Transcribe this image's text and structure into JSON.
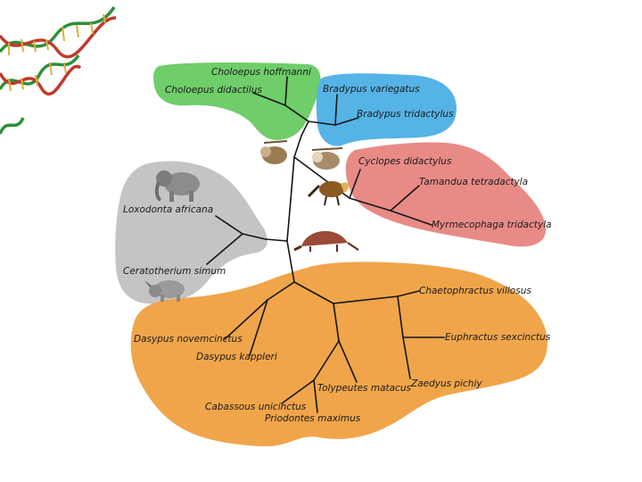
{
  "taxa": {
    "choloepus_hoffmanni": "Choloepus hoffmanni",
    "choloepus_didactilus": "Choloepus didactilus",
    "bradypus_variegatus": "Bradypus variegatus",
    "bradypus_tridactylus": "Bradypus tridactylus",
    "cyclopes_didactylus": "Cyclopes didactylus",
    "tamandua_tetradactyla": "Tamandua tetradactyla",
    "myrmecophaga_tridactyla": "Myrmecophaga tridactyla",
    "loxodonta_africana": "Loxodonta africana",
    "ceratotherium_simum": "Ceratotherium simum",
    "chaetophractus_villosus": "Chaetophractus villosus",
    "euphractus_sexcinctus": "Euphractus sexcinctus",
    "dasypus_novemcinctus": "Dasypus novemcinctus",
    "dasypus_kappleri": "Dasypus kappleri",
    "tolypeutes_matacus": "Tolypeutes matacus",
    "zaedyus_pichiy": "Zaedyus pichiy",
    "cabassous_unicinctus": "Cabassous unicinctus",
    "priodontes_maximus": "Priodontes maximus"
  },
  "colors": {
    "two_toed_sloths": "#6fcd6a",
    "three_toed_sloths": "#56b3e6",
    "anteaters": "#e88b86",
    "outgroup": "#c4c4c4",
    "armadillos": "#f0a54a",
    "branches": "#151515"
  },
  "icons": [
    "dna-helix-icon",
    "two-toed-sloth-icon",
    "three-toed-sloth-icon",
    "anteater-icon",
    "armadillo-icon",
    "elephant-icon",
    "rhinoceros-icon"
  ]
}
